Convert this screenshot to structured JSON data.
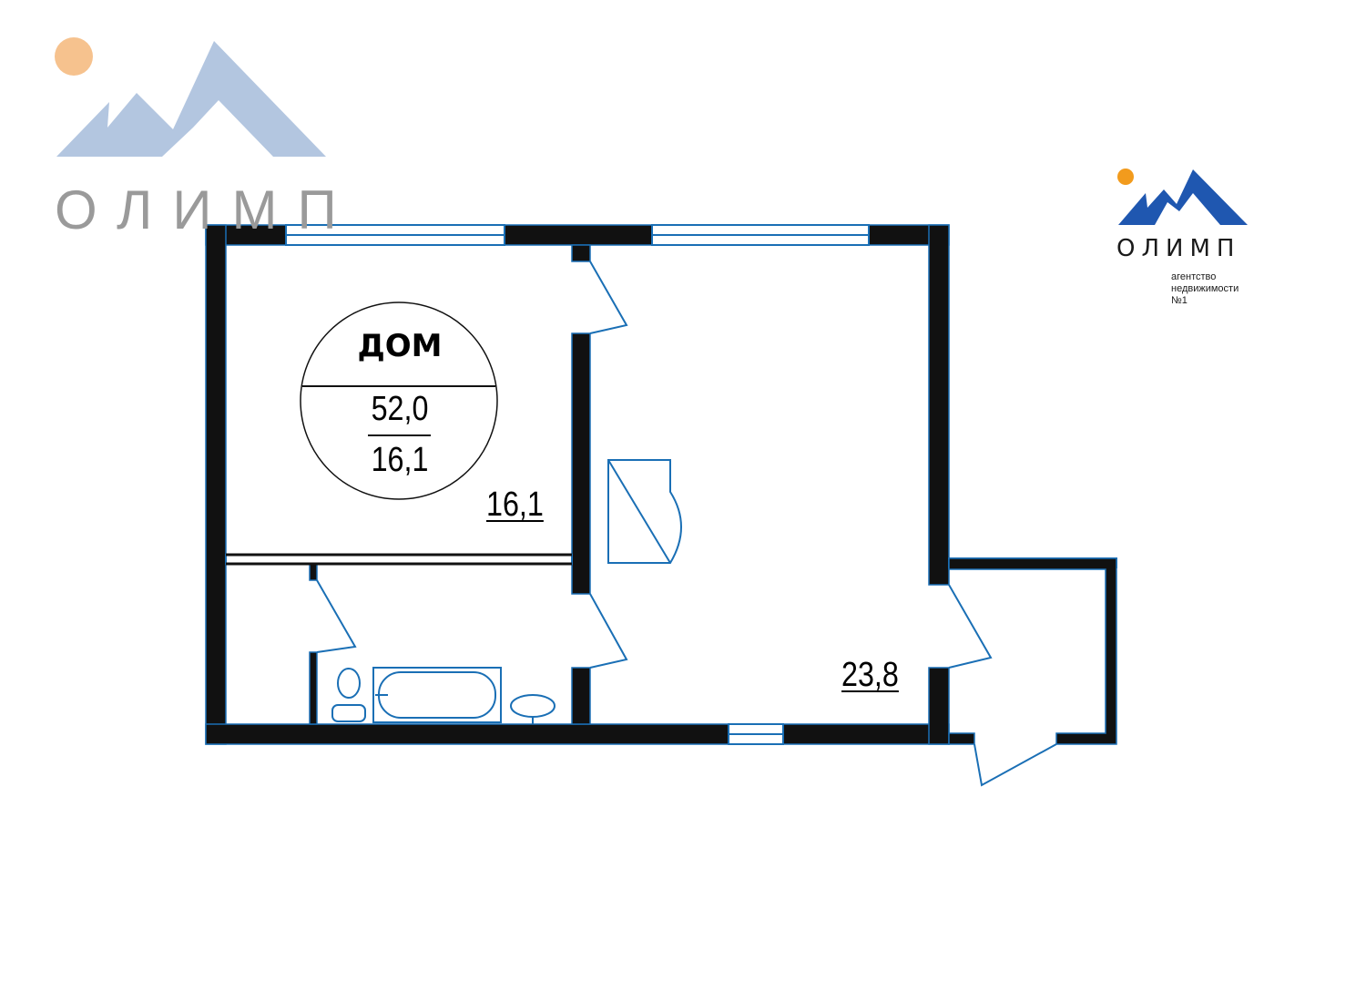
{
  "watermark_logo": {
    "name": "ОЛИМП",
    "colors": {
      "sun": "#f6c28e",
      "mountains": "#a8bfdc"
    }
  },
  "brand_logo": {
    "name": "ОЛИМП",
    "subtitle_line1": "агентство",
    "subtitle_line2": "недвижимости",
    "subtitle_line3": "№1",
    "colors": {
      "sun": "#f29b1d",
      "mountains": "#1f57b0"
    }
  },
  "apartment_badge": {
    "title": "ДОМ",
    "total_area": "52,0",
    "living_area": "16,1"
  },
  "rooms": [
    {
      "id": "bedroom",
      "area": "16,1"
    },
    {
      "id": "living-room",
      "area": "23,8"
    }
  ],
  "colors": {
    "wall": "#111111",
    "outline": "#1a6fb5",
    "window": "#1a6fb5"
  }
}
